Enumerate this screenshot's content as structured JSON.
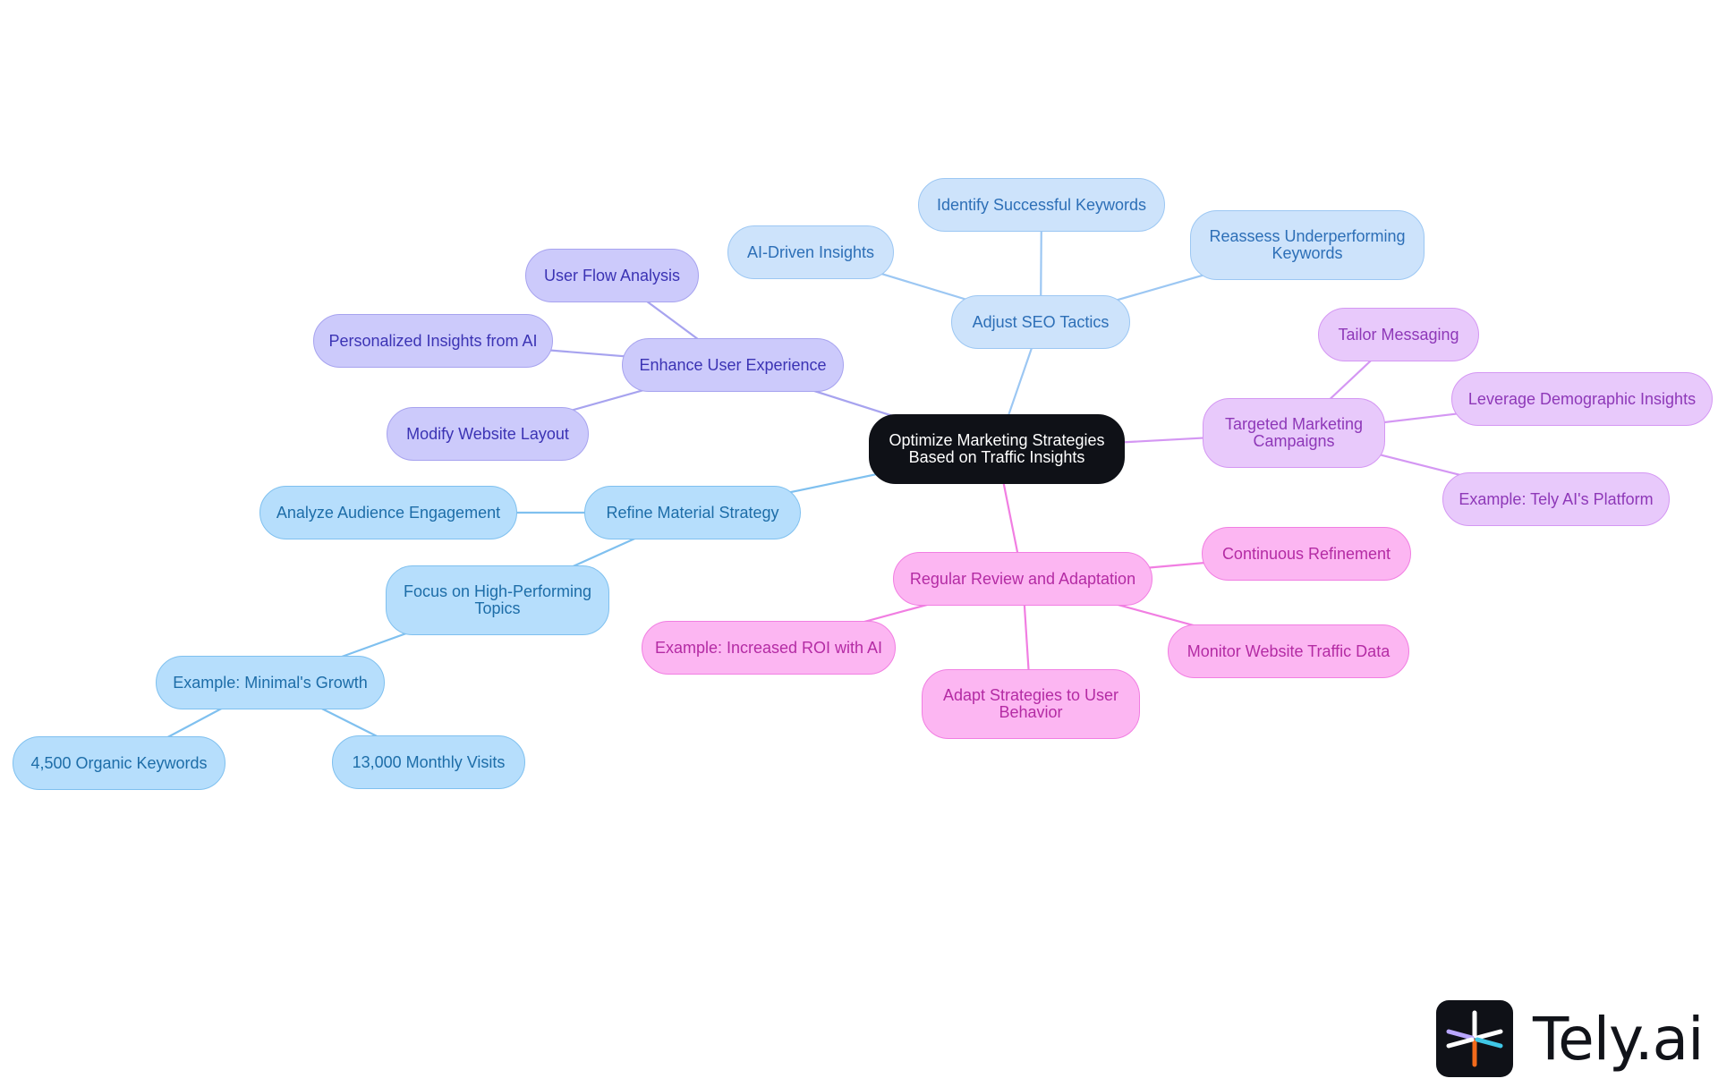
{
  "mindmap": {
    "root": {
      "id": "root",
      "label": "Optimize Marketing Strategies\nBased on Traffic Insights"
    },
    "nodes": [
      {
        "id": "seo",
        "label": "Adjust SEO Tactics",
        "parent": "root",
        "group": "seo"
      },
      {
        "id": "seo_ai",
        "label": "AI-Driven Insights",
        "parent": "seo",
        "group": "seo"
      },
      {
        "id": "seo_identify",
        "label": "Identify Successful Keywords",
        "parent": "seo",
        "group": "seo"
      },
      {
        "id": "seo_reassess",
        "label": "Reassess Underperforming\nKeywords",
        "parent": "seo",
        "group": "seo"
      },
      {
        "id": "ux",
        "label": "Enhance User Experience",
        "parent": "root",
        "group": "ux"
      },
      {
        "id": "ux_flow",
        "label": "User Flow Analysis",
        "parent": "ux",
        "group": "ux"
      },
      {
        "id": "ux_personal",
        "label": "Personalized Insights from AI",
        "parent": "ux",
        "group": "ux"
      },
      {
        "id": "ux_layout",
        "label": "Modify Website Layout",
        "parent": "ux",
        "group": "ux"
      },
      {
        "id": "mat",
        "label": "Refine Material Strategy",
        "parent": "root",
        "group": "mat"
      },
      {
        "id": "mat_audience",
        "label": "Analyze Audience Engagement",
        "parent": "mat",
        "group": "mat"
      },
      {
        "id": "mat_focus",
        "label": "Focus on High-Performing\nTopics",
        "parent": "mat",
        "group": "mat"
      },
      {
        "id": "mat_example",
        "label": "Example: Minimal's Growth",
        "parent": "mat_focus",
        "group": "mat"
      },
      {
        "id": "mat_keywords",
        "label": "4,500 Organic Keywords",
        "parent": "mat_example",
        "group": "mat"
      },
      {
        "id": "mat_visits",
        "label": "13,000 Monthly Visits",
        "parent": "mat_example",
        "group": "mat"
      },
      {
        "id": "rev",
        "label": "Regular Review and Adaptation",
        "parent": "root",
        "group": "rev"
      },
      {
        "id": "rev_cont",
        "label": "Continuous Refinement",
        "parent": "rev",
        "group": "rev"
      },
      {
        "id": "rev_monitor",
        "label": "Monitor Website Traffic Data",
        "parent": "rev",
        "group": "rev"
      },
      {
        "id": "rev_adapt",
        "label": "Adapt Strategies to User\nBehavior",
        "parent": "rev",
        "group": "rev"
      },
      {
        "id": "rev_roi",
        "label": "Example: Increased ROI with AI",
        "parent": "rev",
        "group": "rev"
      },
      {
        "id": "tgt",
        "label": "Targeted Marketing\nCampaigns",
        "parent": "root",
        "group": "tgt"
      },
      {
        "id": "tgt_tailor",
        "label": "Tailor Messaging",
        "parent": "tgt",
        "group": "tgt"
      },
      {
        "id": "tgt_demo",
        "label": "Leverage Demographic Insights",
        "parent": "tgt",
        "group": "tgt"
      },
      {
        "id": "tgt_tely",
        "label": "Example: Tely AI's Platform",
        "parent": "tgt",
        "group": "tgt"
      }
    ]
  },
  "colors": {
    "root": "#0f1117",
    "seo": "#9cc7f3",
    "ux": "#a7a3ef",
    "mat": "#7fc0ef",
    "rev": "#f17ee2",
    "tgt": "#d497f3"
  },
  "logo": {
    "wordmark": "Tely.ai",
    "icon": "tely-asterisk-icon"
  }
}
